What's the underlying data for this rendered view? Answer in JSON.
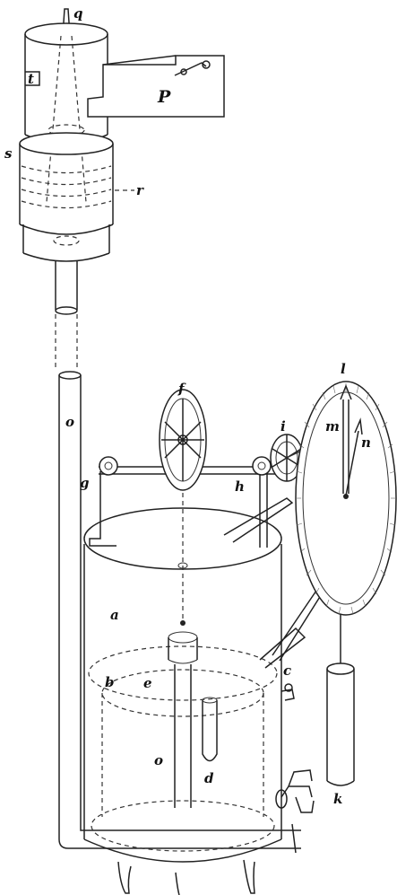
{
  "labels": {
    "q": "q",
    "t": "t",
    "p": "P",
    "s": "s",
    "r": "r",
    "o_upper": "o",
    "l": "l",
    "m": "m",
    "n": "n",
    "f": "f",
    "i": "i",
    "g": "g",
    "h": "h",
    "a": "a",
    "b": "b",
    "e": "e",
    "c": "c",
    "k": "k",
    "d": "d",
    "o_lower": "o"
  }
}
